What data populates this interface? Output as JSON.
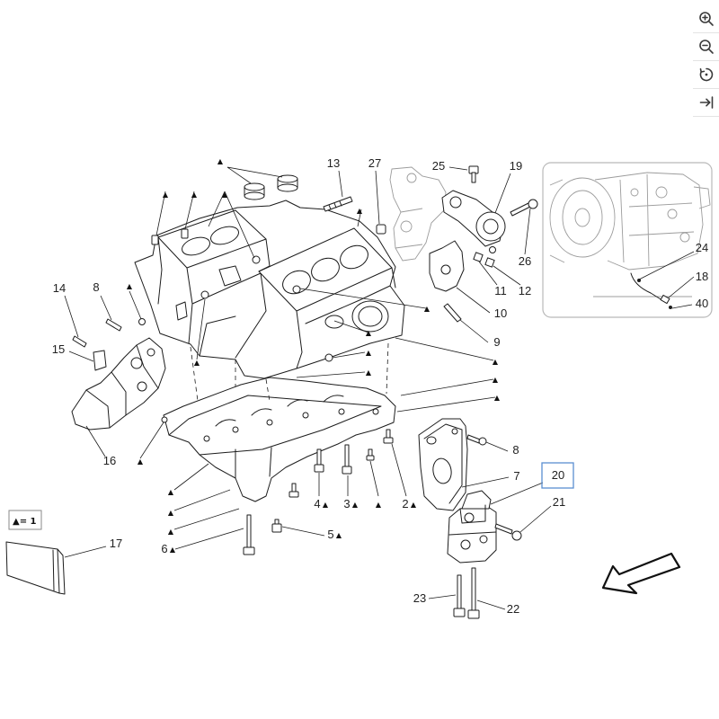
{
  "toolbar": {
    "buttons": [
      {
        "icon": "zoom-in-icon"
      },
      {
        "icon": "zoom-out-icon"
      },
      {
        "icon": "reset-view-icon"
      },
      {
        "icon": "fit-to-edge-icon"
      }
    ]
  },
  "diagram": {
    "marker": "▲",
    "legend": "▲= 1",
    "callouts": [
      {
        "label": "13"
      },
      {
        "label": "27"
      },
      {
        "label": "25"
      },
      {
        "label": "19"
      },
      {
        "label": "14"
      },
      {
        "label": "8"
      },
      {
        "label": "15"
      },
      {
        "label": "16"
      },
      {
        "label": "26"
      },
      {
        "label": "11"
      },
      {
        "label": "12"
      },
      {
        "label": "10"
      },
      {
        "label": "9"
      },
      {
        "label": "24"
      },
      {
        "label": "18"
      },
      {
        "label": "40"
      },
      {
        "label": "8"
      },
      {
        "label": "7"
      },
      {
        "label": "20",
        "selected": true
      },
      {
        "label": "21"
      },
      {
        "label": "17"
      },
      {
        "label": "6"
      },
      {
        "label": "5"
      },
      {
        "label": "4"
      },
      {
        "label": "3"
      },
      {
        "label": "2"
      },
      {
        "label": "23"
      },
      {
        "label": "22"
      }
    ]
  },
  "colors": {
    "line": "#1c1c1c",
    "highlight": "#5a8fd1",
    "inset_border": "#b9b9b9",
    "faint_line": "#9c9c9c",
    "icon": "#3a3a3a",
    "toolbar_border": "#e3e3e3"
  }
}
